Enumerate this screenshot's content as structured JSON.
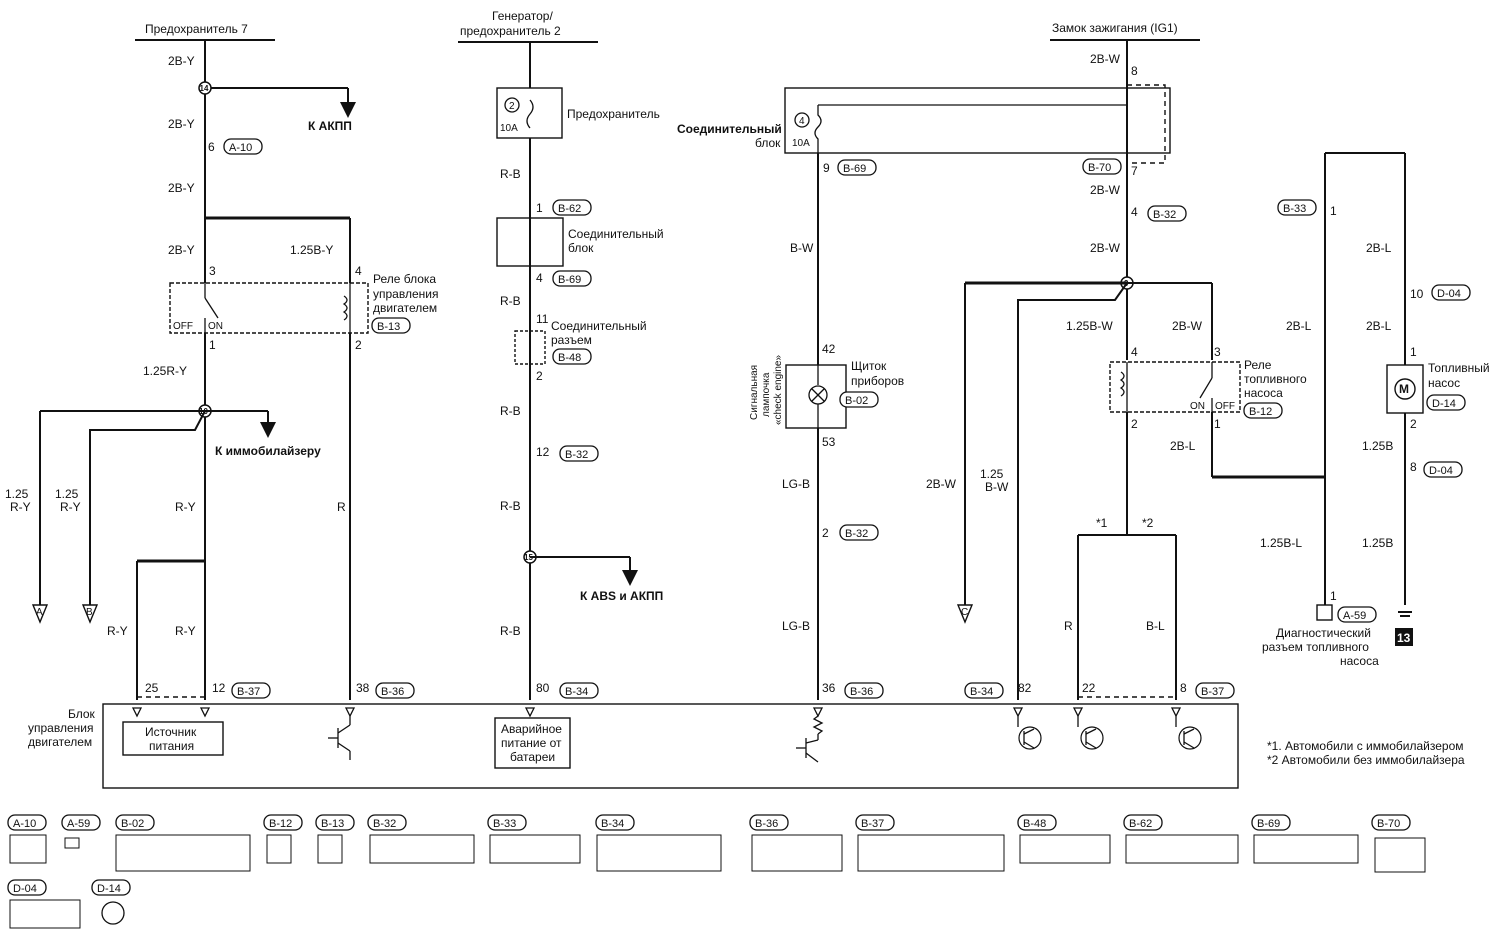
{
  "sources": {
    "fuse7": "Предохранитель 7",
    "gen_line1": "Генератор/",
    "gen_line2": "предохранитель 2",
    "ignition": "Замок зажигания (IG1)"
  },
  "components": {
    "fuse_label": "Предохранитель",
    "fuse_rating": "10A",
    "junction_block_line1": "Соединительный",
    "junction_block_line2": "блок",
    "jblock_right_line1": "Соединительный",
    "jblock_right_line2": "блок",
    "connector_line1": "Соединительный",
    "connector_line2": "разъем",
    "relay_ecu_line1": "Реле блока",
    "relay_ecu_line2": "управления",
    "relay_ecu_line3": "двигателем",
    "relay_fuel_line1": "Реле",
    "relay_fuel_line2": "топливного",
    "relay_fuel_line3": "насоса",
    "cluster_line1": "Щиток",
    "cluster_line2": "приборов",
    "lamp_line1": "Сигнальная",
    "lamp_line2": "лампочка",
    "lamp_line3": "«check engine»",
    "pump_line1": "Топливный",
    "pump_line2": "насос",
    "diag_line1": "Диагностический",
    "diag_line2": "разъем топливного",
    "diag_line3": "насоса",
    "ecu_line1": "Блок",
    "ecu_line2": "управления",
    "ecu_line3": "двигателем",
    "psu_line1": "Источник",
    "psu_line2": "питания",
    "backup_line1": "Аварийное",
    "backup_line2": "питание от",
    "backup_line3": "батареи",
    "off": "OFF",
    "on": "ON",
    "ground_num": "13"
  },
  "destinations": {
    "akpp": "К АКПП",
    "immo": "К иммобилайзеру",
    "abs": "К ABS и АКПП"
  },
  "wires": {
    "w_2BY": "2B-Y",
    "w_125BY": "1.25B-Y",
    "w_125RY": "1.25R-Y",
    "w_RY": "R-Y",
    "w_R": "R",
    "w_RB": "R-B",
    "w_BW": "B-W",
    "w_LGB": "LG-B",
    "w_2BW": "2B-W",
    "w_125BW": "1.25B-W",
    "w_2BL": "2B-L",
    "w_125BL": "1.25B-L",
    "w_125B": "1.25B",
    "w_BL": "B-L",
    "w_125": "1.25",
    "w_RY2": "R-Y",
    "w_BW2": "B-W"
  },
  "connectors": {
    "a10": "A-10",
    "a59": "A-59",
    "b02": "B-02",
    "b12": "B-12",
    "b13": "B-13",
    "b32": "B-32",
    "b33": "B-33",
    "b34": "B-34",
    "b36": "B-36",
    "b37": "B-37",
    "b48": "B-48",
    "b62": "B-62",
    "b69": "B-69",
    "b70": "B-70",
    "d04": "D-04",
    "d14": "D-14"
  },
  "pins": {
    "p1": "1",
    "p2": "2",
    "p3": "3",
    "p4": "4",
    "p6": "6",
    "p7": "7",
    "p8": "8",
    "p9": "9",
    "p10": "10",
    "p11": "11",
    "p12": "12",
    "p22": "22",
    "p25": "25",
    "p36": "36",
    "p38": "38",
    "p42": "42",
    "p53": "53",
    "p80": "80",
    "p82": "82"
  },
  "splices": {
    "s2": "2",
    "s4": "4",
    "s9": "9",
    "s10": "10",
    "s14": "14",
    "s15": "15"
  },
  "offpage": {
    "a": "A",
    "b": "B",
    "c": "C"
  },
  "variants": {
    "v1": "*1",
    "v2": "*2"
  },
  "notes": {
    "n1": "*1. Автомобили с иммобилайзером",
    "n2": "*2 Автомобили без иммобилайзера"
  }
}
